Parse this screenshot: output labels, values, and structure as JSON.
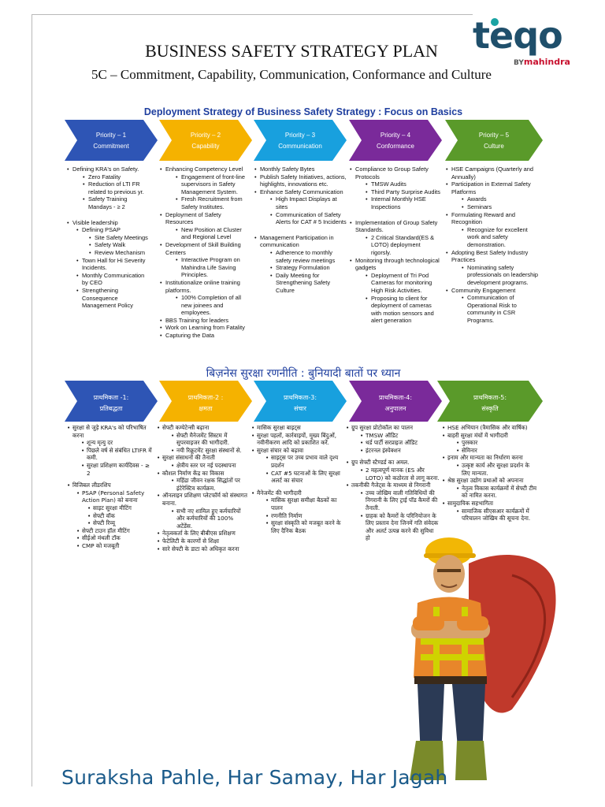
{
  "header": {
    "title": "BUSINESS SAFETY STRATEGY PLAN",
    "subtitle": "5C – Commitment, Capability, Communication, Conformance and Culture",
    "logo": {
      "word": "teqo",
      "by": "BY",
      "brand": "mahindra"
    }
  },
  "english": {
    "heading": "Deployment Strategy of  Business Safety Strategy : Focus on Basics",
    "priorities": [
      {
        "label": "Priority – 1",
        "name": "Commitment",
        "color": "#2e55b5"
      },
      {
        "label": "Priority – 2",
        "name": "Capability",
        "color": "#f5b200"
      },
      {
        "label": "Priority – 3",
        "name": "Communication",
        "color": "#18a0de"
      },
      {
        "label": "Priority – 4",
        "name": "Conformance",
        "color": "#7a2a9a"
      },
      {
        "label": "Priority – 5",
        "name": "Culture",
        "color": "#5a9a2a"
      }
    ]
  },
  "hindi": {
    "heading": "बिज़नेस सुरक्षा रणनीति : बुनियादी बातों पर ध्यान",
    "priorities": [
      {
        "label": "प्राथमिकता -1:",
        "name": "प्रतिबद्धता"
      },
      {
        "label": "प्राथमिकता-2 :",
        "name": "क्षमता"
      },
      {
        "label": "प्राथमिकता-3:",
        "name": "संचार"
      },
      {
        "label": "प्राथमिकता-4:",
        "name": "अनुपालन"
      },
      {
        "label": "प्राथमिकता-5:",
        "name": "संस्कृति"
      }
    ]
  },
  "columns_en": {
    "c1": {
      "b1": "Defining KRA's on Safety.",
      "b1_s1": "Zero Fatality",
      "b1_s2": "Reduction of LTI FR related to previous yr.",
      "b1_s3": "Safety Training Mandays - ≥ 2",
      "b2": "Visible leadership",
      "b2_s1": "Defining PSAP",
      "b2_s1_a": "Site Safety Meetings",
      "b2_s1_b": "Safety Walk",
      "b2_s1_c": "Review Mechanism",
      "b2_s2": "Town Hall for Hi Severity Incidents.",
      "b2_s3": "Monthly Communication by CEO",
      "b2_s4": "Strengthening Consequence Management Policy"
    },
    "c2": {
      "b1": "Enhancing Competency Level",
      "b1_s1": "Engagement of front-line supervisors in Safety Management System.",
      "b1_s2": "Fresh Recruitment from Safety Institutes.",
      "b2": "Deployment of Safety Resources",
      "b2_s1": "New Position at Cluster and Regional Level",
      "b3": "Development of Skill Building Centers",
      "b3_s1": "Interactive Program on Mahindra Life Saving Principles.",
      "b4": "Institutionalize online training platforms.",
      "b4_s1": "100% Completion of all new joinees and employees.",
      "b5": "BBS Training for leaders",
      "b6": "Work on Learning from Fatality",
      "b7": "Capturing the Data"
    },
    "c3": {
      "b1": "Monthly Safety Bytes",
      "b2": "Publish Safety Initiatives, actions, highlights, innovations etc.",
      "b3": "Enhance Safety Communication",
      "b3_s1": "High Impact Displays at sites",
      "b3_s2": "Communication of Safety Alerts for CAT # 5 Incidents",
      "b4": "Management Participation in communication",
      "b4_s1": "Adherence to monthly safety review meetings",
      "b4_s2": "Strategy Formulation",
      "b4_s3": "Daily Meeting for Strengthening Safety Culture"
    },
    "c4": {
      "b1": "Compliance to Group Safety Protocols",
      "b1_s1": "TMSW Audits",
      "b1_s2": "Third Party Surprise Audits",
      "b1_s3": "Internal Monthly HSE Inspections",
      "b2": "Implementation of Group Safety Standards.",
      "b2_s1": "2 Critical Standard(ES & LOTO) deployment rigorsly.",
      "b3": "Monitoring through technological gadgets",
      "b3_s1": "Deployment of Tri Pod Cameras for monitoring High Risk Activities.",
      "b3_s2": "Proposing to client for deployment of cameras with motion sensors and alert generation"
    },
    "c5": {
      "b1": "HSE Campaigns (Quarterly and Annually)",
      "b2": "Participation in External Safety Platforms",
      "b2_s1": "Awards",
      "b2_s2": "Seminars",
      "b3": "Formulating Reward and Recognition",
      "b3_s1": "Recognize for excellent work and safety demonstration.",
      "b4": "Adopting Best Safety Industry Practices",
      "b4_s1": "Nominating safety professionals on leadership development programs.",
      "b5": "Community Engagement",
      "b5_s1": "Communication of Operational Risk to community in CSR Programs."
    }
  },
  "columns_hi": {
    "c1": {
      "b1": "सुरक्षा से जुड़े KRA's को परिभाषित करना",
      "b1_s1": "शून्य मृत्यु दर",
      "b1_s2": "पिछले वर्ष से संबंधित LTIFR में कमी.",
      "b1_s3": "सुरक्षा प्रशिक्षण कार्यदिवस - ≥ 2",
      "b2": "विजिबल लीडरशिप",
      "b2_s1": "PSAP (Personal Safety Action Plan) को बनाना",
      "b2_s1_a": "साइट सुरक्षा मीटिंग",
      "b2_s1_b": "सेफ्टी वॉक",
      "b2_s1_c": "सेफ्टी रिव्यू",
      "b2_s2": "सेफ्टी टाउन हॉल मीटिंग",
      "b2_s3": "सीईओ मंथली टॉक",
      "b2_s4": "CMP को मजबूती"
    },
    "c2": {
      "b1": "सेफ्टी कम्पेटेन्सी बढ़ाना",
      "b1_s1": "सेफ्टी मैनेजमेंट सिस्टम में सुपरवाइजर की भागीदारी.",
      "b1_s2": "नयी रिक्रूटमेंट सुरक्षा संस्थानों से.",
      "b2": "सुरक्षा संसाधनों की तैनाती",
      "b2_s1": "क्षेत्रीय स्तर पर नई पदस्थापना",
      "b3": "कौशल निर्माण केंद्र का विकास",
      "b3_s1": "महिंद्रा जीवन रक्षक सिद्धांतों पर इंटेरेक्टिव कार्यक्रम.",
      "b4": "ऑनलाइन प्रशिक्षण प्लेटफॉर्म को संस्थागत बनाना.",
      "b4_s1": "सभी नए शामिल हुए कर्मचारियों और कर्मचारियों की 100% अटेंडेंस.",
      "b5": "नेतृत्वकर्ता के लिए बीबीएस प्रशिक्षण",
      "b6": "फेटेलिटी के कारणों से शिक्षा",
      "b7": "सारे सेफ्टी के डाटा को अधिकृत करना"
    },
    "c3": {
      "b1": "मासिक सुरक्षा बाइट्स",
      "b2": "सुरक्षा पहलों, कार्रवाइयों, मुख्य बिंदुओं, नवीनीकरण आदि को प्रकाशित करें.",
      "b3": "सुरक्षा संचार को बढ़ावा",
      "b3_s1": "साइट्स पर उच्च प्रभाव वाले दृश्य प्रदर्शन",
      "b3_s2": "CAT #5 घटनाओं के लिए सुरक्षा अलर्ट का संचार",
      "b4": "मैनेजमेंट की भागीदारी",
      "b4_s1": "मासिक सुरक्षा समीक्षा बैठकों का पालन",
      "b4_s2": "रणनीति निर्माण",
      "b4_s3": "सुरक्षा संस्कृति को मजबूत करने के लिए दैनिक बैठक"
    },
    "c4": {
      "b1": "ग्रुप सुरक्षा प्रोटोकॉल का पालन",
      "b1_s1": "TMSW ऑडिट",
      "b1_s2": "थर्ड पार्टी सरप्राइज ऑडिट",
      "b1_s3": "इंटरनल इंस्पेक्शन",
      "b2": "ग्रुप सेफ्टी स्टैण्डर्ड का अमल.",
      "b2_s1": "2 महत्वपूर्ण मानक (ES और LOTO) को कठोरता से लागू करना.",
      "b3": "तकनीकी गैजेट्स के माध्यम से निगरानी",
      "b3_s1": "उच्च जोखिम वाली गतिविधियों की निगरानी के लिए ट्राई पॉड कैमरों की तैनाती.",
      "b3_s2": "ग्राहक को कैमरों के परिनियोजन के लिए प्रस्ताव देना जिनमें गति संवेदक और अलर्ट उत्पन्न करने की सुविधा हो"
    },
    "c5": {
      "b1": "HSE अभियान (त्रैमासिक और वार्षिक)",
      "b2": "बाहरी सुरक्षा मंचों में भागीदारी",
      "b2_s1": "पुरस्कार",
      "b2_s2": "सेमिनार",
      "b3": "इनाम और मान्यता का निर्धारण करना",
      "b3_s1": "उत्कृष्ट कार्य और सुरक्षा प्रदर्शन के लिए मान्यता.",
      "b4": "श्रेष्ठ सुरक्षा उद्योग प्रथाओं को अपनाना",
      "b4_s1": "नेतृत्व विकास कार्यक्रमों में सेफ्टी टीम को नामित करना.",
      "b5": "सामुदायिक सहभागिता",
      "b5_s1": "सामाजिक सीएसआर कार्यक्रमों में परिचालन जोखिम की सूचना देना."
    }
  },
  "footer": {
    "tagline": "Suraksha Pahle, Har Samay, Har Jagah"
  }
}
